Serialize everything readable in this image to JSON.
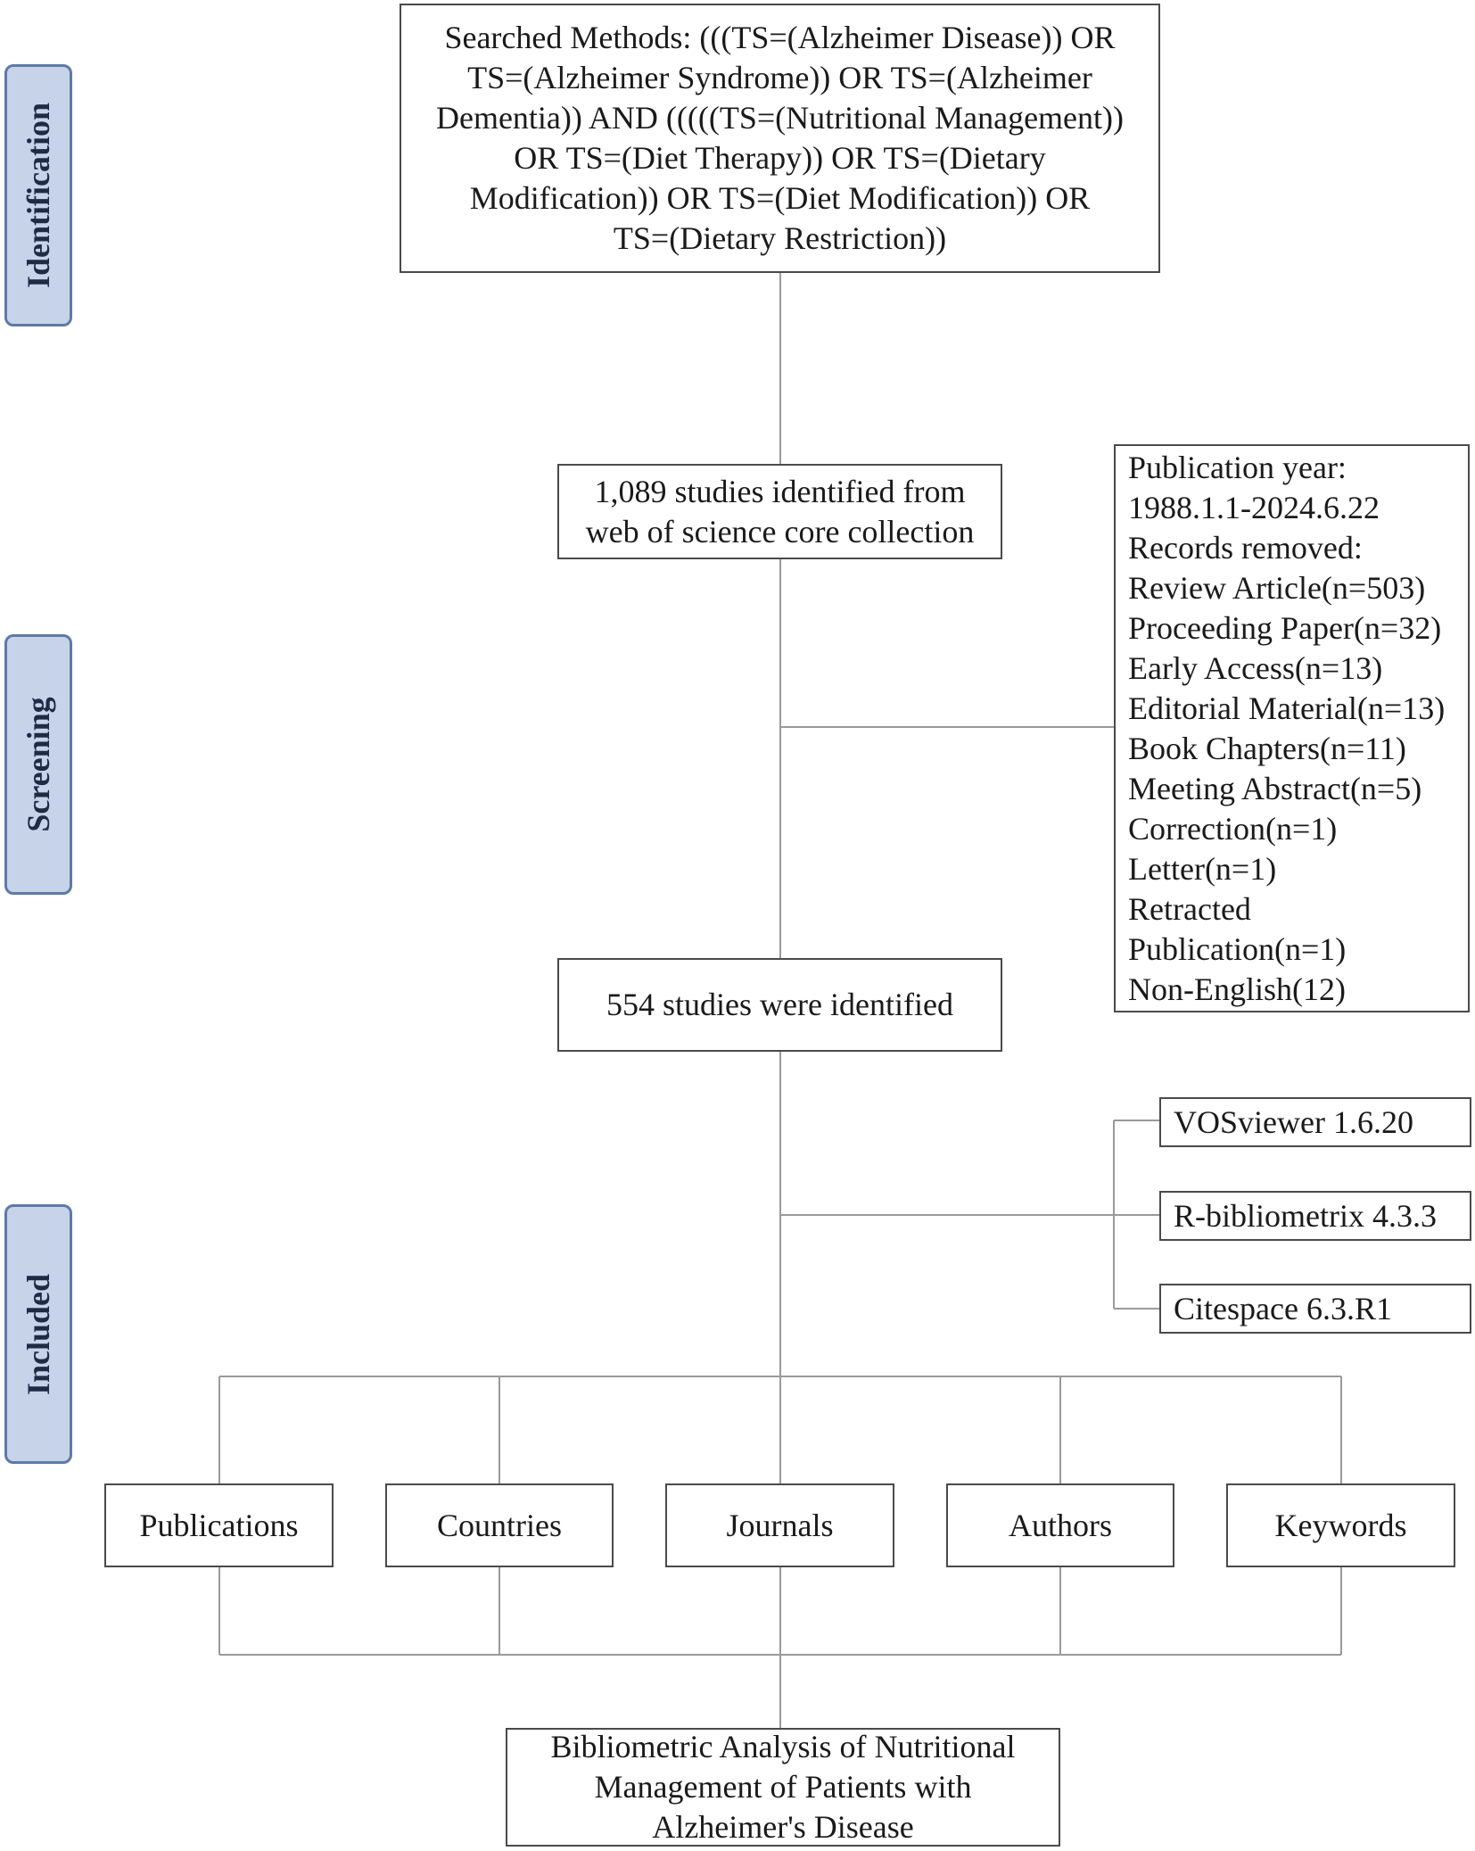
{
  "stages": {
    "identification": "Identification",
    "screening": "Screening",
    "included": "Included"
  },
  "search_box": {
    "lines": [
      "Searched Methods: (((TS=(Alzheimer Disease)) OR",
      "TS=(Alzheimer Syndrome)) OR TS=(Alzheimer",
      "Dementia)) AND (((((TS=(Nutritional Management))",
      "OR TS=(Diet Therapy)) OR TS=(Dietary",
      "Modification)) OR TS=(Diet Modification)) OR",
      "TS=(Dietary Restriction))"
    ]
  },
  "identified_box": {
    "lines": [
      "1,089 studies identified from",
      "web of science core collection"
    ]
  },
  "exclusion_box": {
    "lines": [
      "Publication year:",
      "1988.1.1-2024.6.22",
      "Records removed:",
      "Review Article(n=503)",
      "Proceeding Paper(n=32)",
      "Early Access(n=13)",
      "Editorial Material(n=13)",
      "Book Chapters(n=11)",
      "Meeting Abstract(n=5)",
      "Correction(n=1)",
      "Letter(n=1)",
      "Retracted",
      "Publication(n=1)",
      "Non-English(12)"
    ]
  },
  "final_studies_box": {
    "label": "554 studies were identified"
  },
  "tools": [
    "VOSviewer 1.6.20",
    "R-bibliometrix 4.3.3",
    "Citespace 6.3.R1"
  ],
  "categories": [
    "Publications",
    "Countries",
    "Journals",
    "Authors",
    "Keywords"
  ],
  "outcome_box": {
    "lines": [
      "Bibliometric Analysis of Nutritional",
      "Management of Patients with",
      "Alzheimer's Disease"
    ]
  }
}
